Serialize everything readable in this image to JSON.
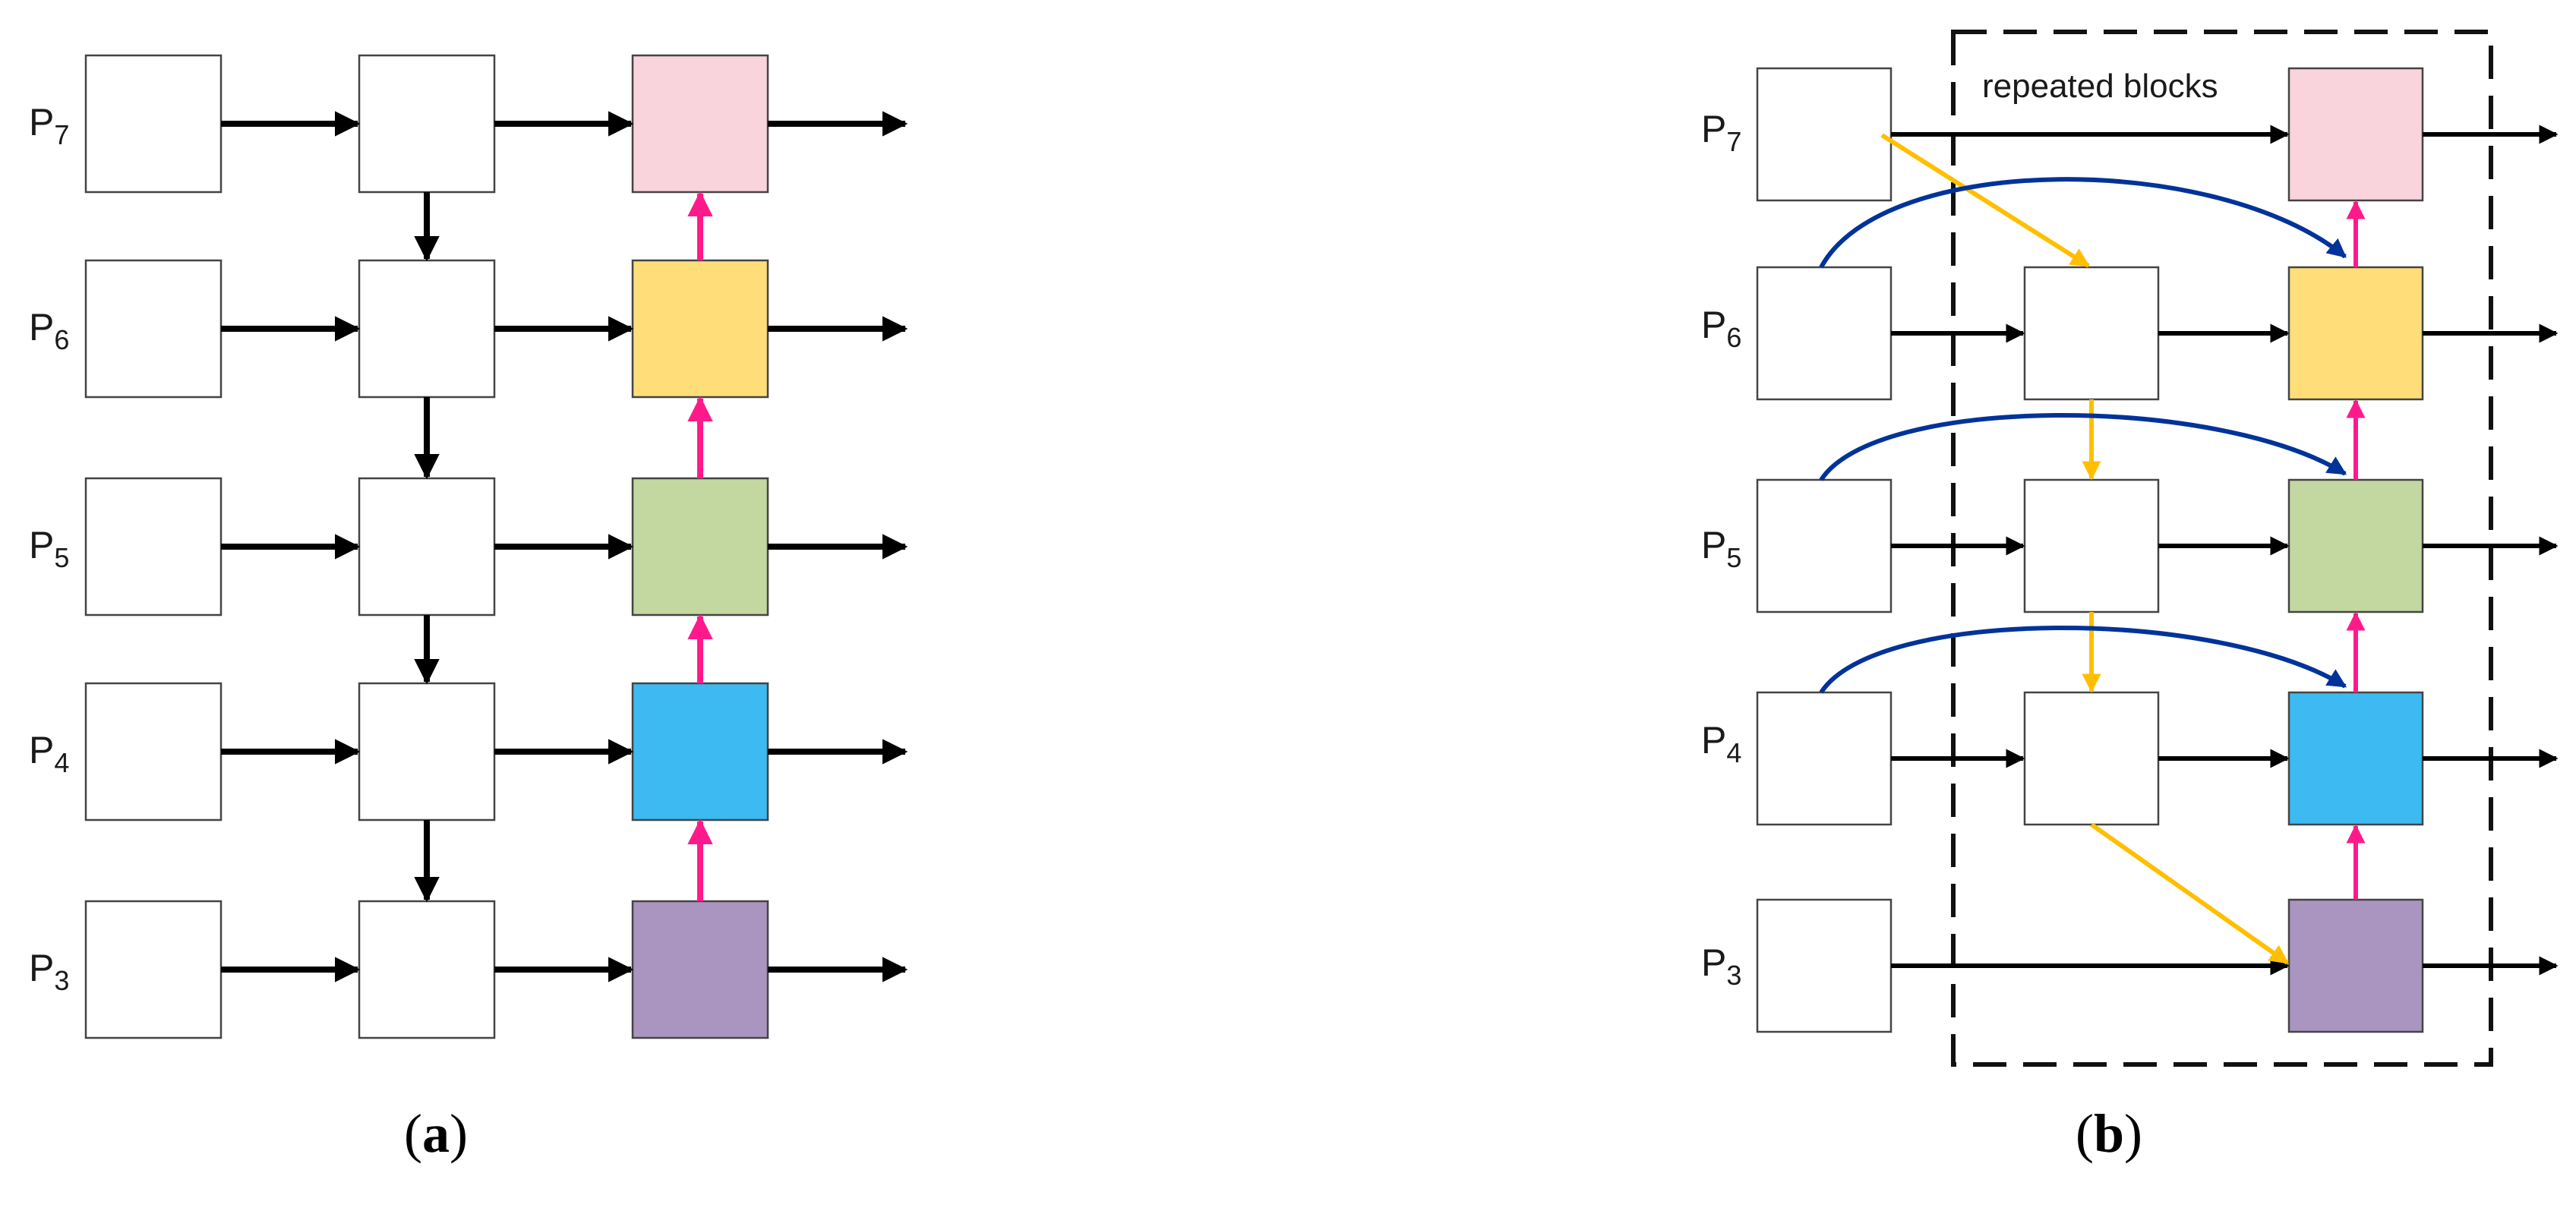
{
  "levels": [
    {
      "main": "P",
      "sub": "7"
    },
    {
      "main": "P",
      "sub": "6"
    },
    {
      "main": "P",
      "sub": "5"
    },
    {
      "main": "P",
      "sub": "4"
    },
    {
      "main": "P",
      "sub": "3"
    }
  ],
  "colors": {
    "p7": "#f9d4dc",
    "p6": "#ffde7a",
    "p5": "#c3d7a0",
    "p4": "#3dbaf1",
    "p3": "#a995c0",
    "black_arrow": "#000000",
    "pink_arrow": "#ff1a8c",
    "yellow_arrow": "#ffbf00",
    "blue_arrow": "#003399"
  },
  "panel_a": {
    "caption_open": "(",
    "caption_letter": "a",
    "caption_close": ")"
  },
  "panel_b": {
    "caption_open": "(",
    "caption_letter": "b",
    "caption_close": ")",
    "box_label": "repeated blocks"
  }
}
